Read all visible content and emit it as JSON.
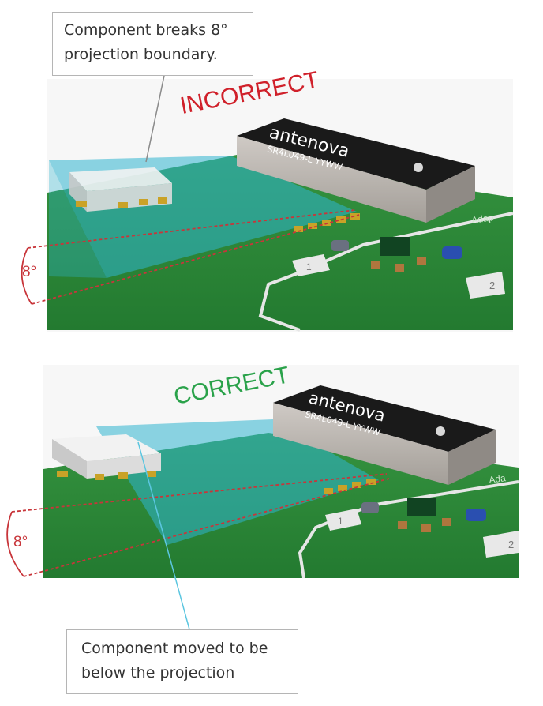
{
  "colors": {
    "pcb_green": "#2e8b3a",
    "pcb_green_dark": "#226b2c",
    "projection_cyan": "#2fb4cf",
    "antenna_top": "#1a1a1a",
    "antenna_side": "#b7b2ad",
    "incorrect_red": "#d0202a",
    "correct_green": "#2aa24a",
    "angle_red": "#c8353a",
    "callout_border": "#b5b5b5",
    "leader_cyan": "#5cc6e0"
  },
  "top_panel": {
    "callout_lines": [
      "Component breaks 8°",
      "projection boundary."
    ],
    "status_label": "INCORRECT",
    "angle_label": "8°",
    "antenna_brand": "antenova",
    "antenna_code": "SR4L049-L YYWW",
    "silkscreen_text": "Adap",
    "pad_1": "1",
    "pad_2": "2"
  },
  "bottom_panel": {
    "callout_lines": [
      "Component moved to be",
      "below the projection"
    ],
    "status_label": "CORRECT",
    "angle_label": "8°",
    "antenna_brand": "antenova",
    "antenna_code": "SR4L049-L YYWW",
    "silkscreen_text": "Ada",
    "pad_1": "1",
    "pad_2": "2"
  }
}
